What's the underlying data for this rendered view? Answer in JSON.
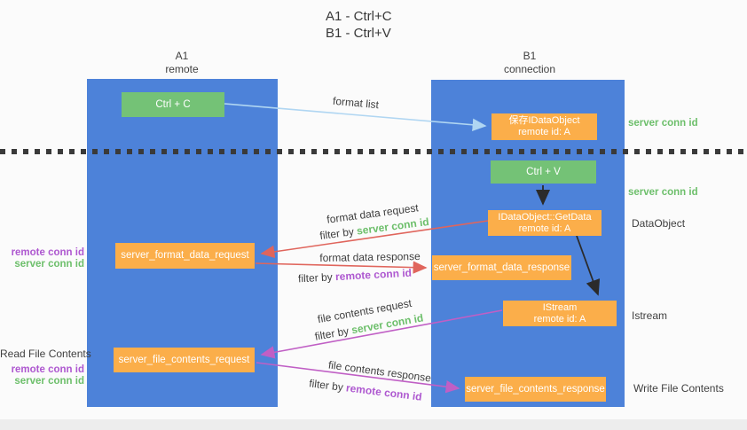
{
  "title": {
    "line1": "A1 - Ctrl+C",
    "line2": "B1 - Ctrl+V"
  },
  "lifelines": {
    "left": {
      "title": "A1",
      "subtitle": "remote"
    },
    "right": {
      "title": "B1",
      "subtitle": "connection"
    }
  },
  "boxes": {
    "ctrl_c": {
      "label": "Ctrl + C"
    },
    "save_idataobject": {
      "line1": "保存IDataObject",
      "line2": "remote id: A"
    },
    "ctrl_v": {
      "label": "Ctrl + V"
    },
    "getdata": {
      "line1": "IDataObject::GetData",
      "line2": "remote id: A"
    },
    "istream": {
      "line1": "IStream",
      "line2": "remote id: A"
    },
    "server_format_data_request": {
      "label": "server_format_data_request"
    },
    "server_format_data_response": {
      "label": "server_format_data_response"
    },
    "server_file_contents_request": {
      "label": "server_file_contents_request"
    },
    "server_file_contents_response": {
      "label": "server_file_contents_response"
    }
  },
  "arrow_labels": {
    "format_list": "format list",
    "format_data_request": "format data request",
    "filter_server_1": {
      "prefix": "filter by ",
      "term": "server conn id"
    },
    "format_data_response": "format data response",
    "filter_remote_1": {
      "prefix": "filter by ",
      "term": "remote conn id"
    },
    "file_contents_request": "file contents request",
    "filter_server_2": {
      "prefix": "filter by ",
      "term": "server conn id"
    },
    "file_contents_response": "file contents response",
    "filter_remote_2": {
      "prefix": "filter by ",
      "term": "remote conn id"
    }
  },
  "side_labels": {
    "left_format_remote": "remote conn id",
    "left_format_server": "server conn id",
    "left_file_title": "Read File Contents",
    "left_file_remote": "remote conn id",
    "left_file_server": "server conn id",
    "right_server_conn_top": "server conn id",
    "right_server_conn_mid": "server conn id",
    "right_dataobject": "DataObject",
    "right_istream": "Istream",
    "right_write_file": "Write File Contents"
  },
  "colors": {
    "lifeline_blue": "#4d82d9",
    "box_green": "#74c276",
    "box_orange": "#fbae4a",
    "arrow_light_blue": "#b0d6f2",
    "arrow_red": "#e0655c",
    "arrow_magenta": "#c05fc5",
    "arrow_black": "#2b2b2b",
    "text_green": "#6dbf6b",
    "text_purple": "#ae58d0",
    "text_dark": "#3f3f3f",
    "background": "#fbfbfb"
  }
}
